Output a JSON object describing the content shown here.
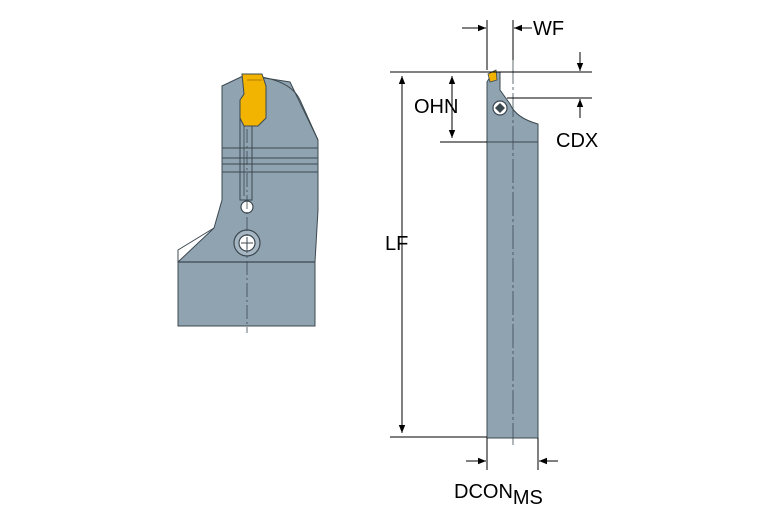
{
  "colors": {
    "body": "#8fa3b1",
    "body_light": "#a6b7c3",
    "outline": "#3c4850",
    "insert": "#f2b400",
    "dim_line": "#000000",
    "background": "#ffffff"
  },
  "dimensions": {
    "wf": "WF",
    "ohn": "OHN",
    "cdx": "CDX",
    "lf": "LF",
    "dcon": "DCON",
    "dcon_sub": "MS"
  }
}
